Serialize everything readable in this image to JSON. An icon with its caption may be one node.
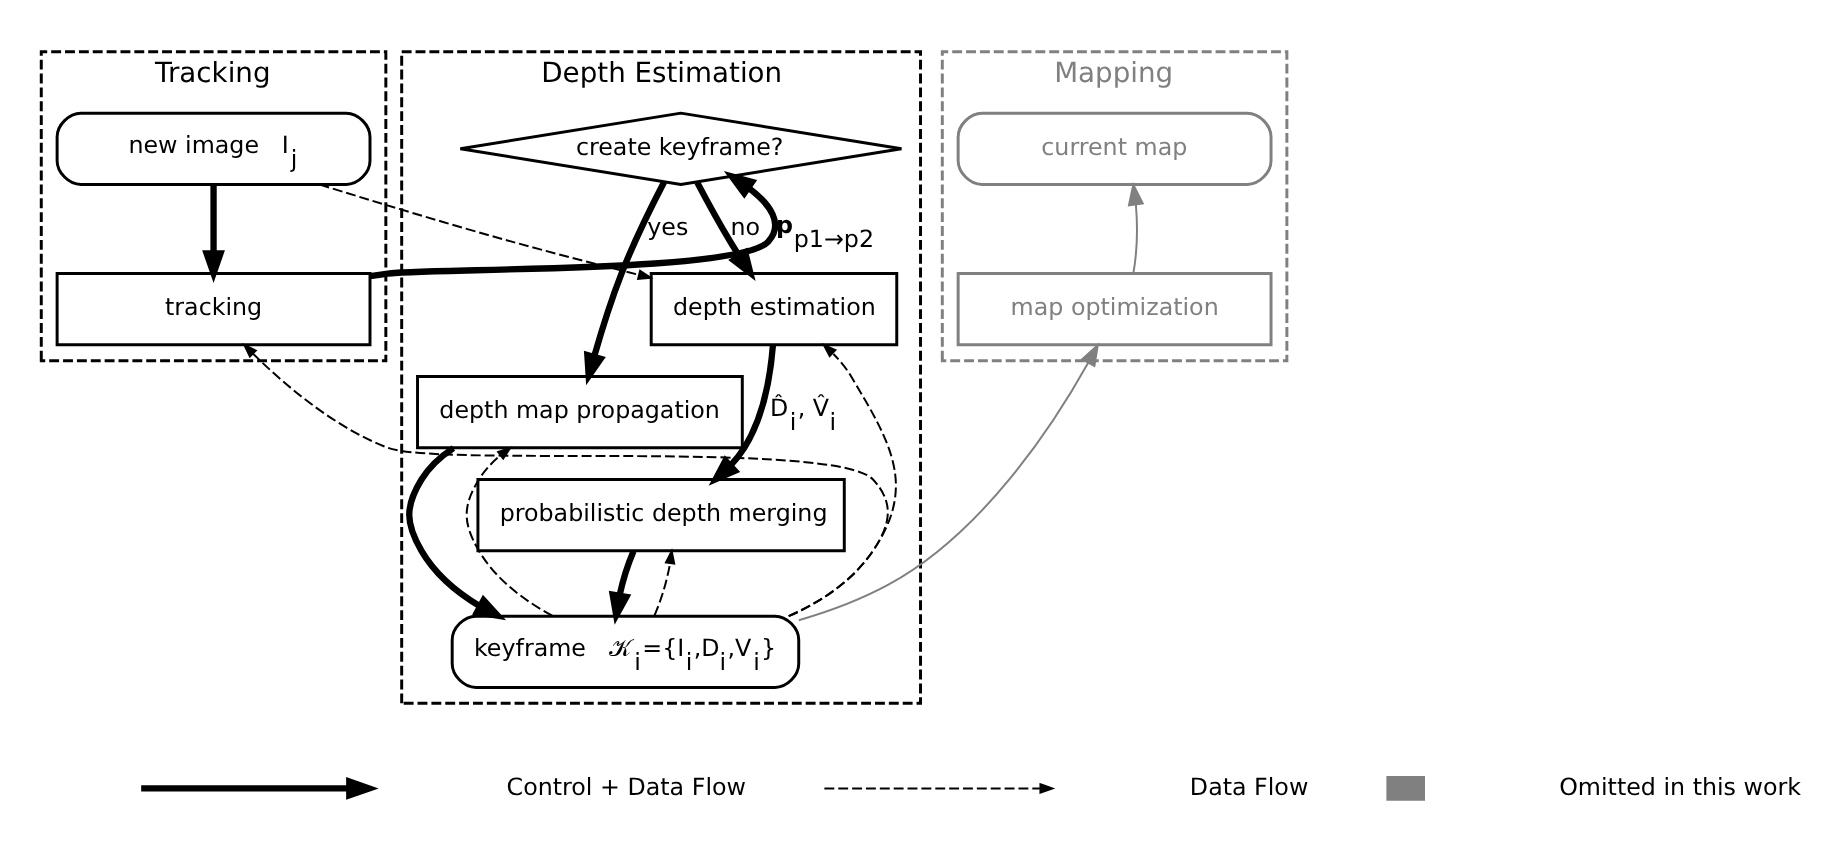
{
  "diagram": {
    "nodes": [
      {
        "text": [
          "Tracking"
        ]
      },
      {
        "text": [
          "new image",
          "I$_{j}$"
        ],
        "in": 0
      },
      {
        "text": [
          "tracking"
        ],
        "in": 0
      },
      {
        "text": [
          "Depth Estimation"
        ]
      },
      {
        "text": [
          "create keyframe?"
        ],
        "in": 3
      },
      {
        "text": [
          "depth map propagation"
        ],
        "in": 3
      },
      {
        "text": [
          "depth estimation"
        ],
        "in": 3
      },
      {
        "text": [
          "probabilistic depth merging"
        ],
        "in": 3
      },
      {
        "text": [
          "keyframe",
          "𝒦$_{i}$={I$_{i}$,D$_{i}$,V$_{i}$}"
        ],
        "in": 3
      },
      {
        "text": [
          "Mapping"
        ]
      },
      {
        "text": [
          "current map"
        ],
        "in": 9
      },
      {
        "text": [
          "map optimization"
        ],
        "in": 9
      }
    ],
    "edges": [
      {
        "from": 1,
        "to": 2,
        "arrow": "to",
        "style": "thick"
      },
      {
        "from": 2,
        "to": 4,
        "arrow": "to",
        "style": "thick",
        "label": "**p**$_{p1→p2}$"
      },
      {
        "from": 4,
        "to": 5,
        "arrow": "to",
        "style": "thick",
        "label": "yes"
      },
      {
        "from": 4,
        "to": 6,
        "arrow": "to",
        "style": "thick",
        "label": "no"
      },
      {
        "from": 5,
        "to": 8,
        "arrow": "to",
        "style": "thick"
      },
      {
        "from": 6,
        "to": 7,
        "arrow": "to",
        "style": "thick",
        "label": "D̂$_{i}$, V̂$_{i}$"
      },
      {
        "from": 7,
        "to": 8,
        "arrow": "to",
        "style": "thick"
      },
      {
        "from": 1,
        "to": 6,
        "arrow": "to",
        "style": "dashed"
      },
      {
        "from": 8,
        "to": 5,
        "arrow": "to",
        "style": "dashed"
      },
      {
        "from": 8,
        "to": 6,
        "arrow": "to",
        "style": "dashed"
      },
      {
        "from": 8,
        "to": 7,
        "arrow": "to",
        "style": "dashed"
      },
      {
        "from": 8,
        "to": 2,
        "arrow": "to",
        "style": "dashed"
      },
      {
        "from": 8,
        "to": 11,
        "arrow": "to",
        "color": "#808080"
      },
      {
        "from": 11,
        "to": 10,
        "arrow": "to",
        "color": "#808080"
      }
    ],
    "legend": [
      {
        "text": "Control + Data Flow"
      },
      {
        "text": "Data Flow"
      },
      {
        "text": "Omitted in this work",
        "color": "#808080"
      }
    ]
  }
}
